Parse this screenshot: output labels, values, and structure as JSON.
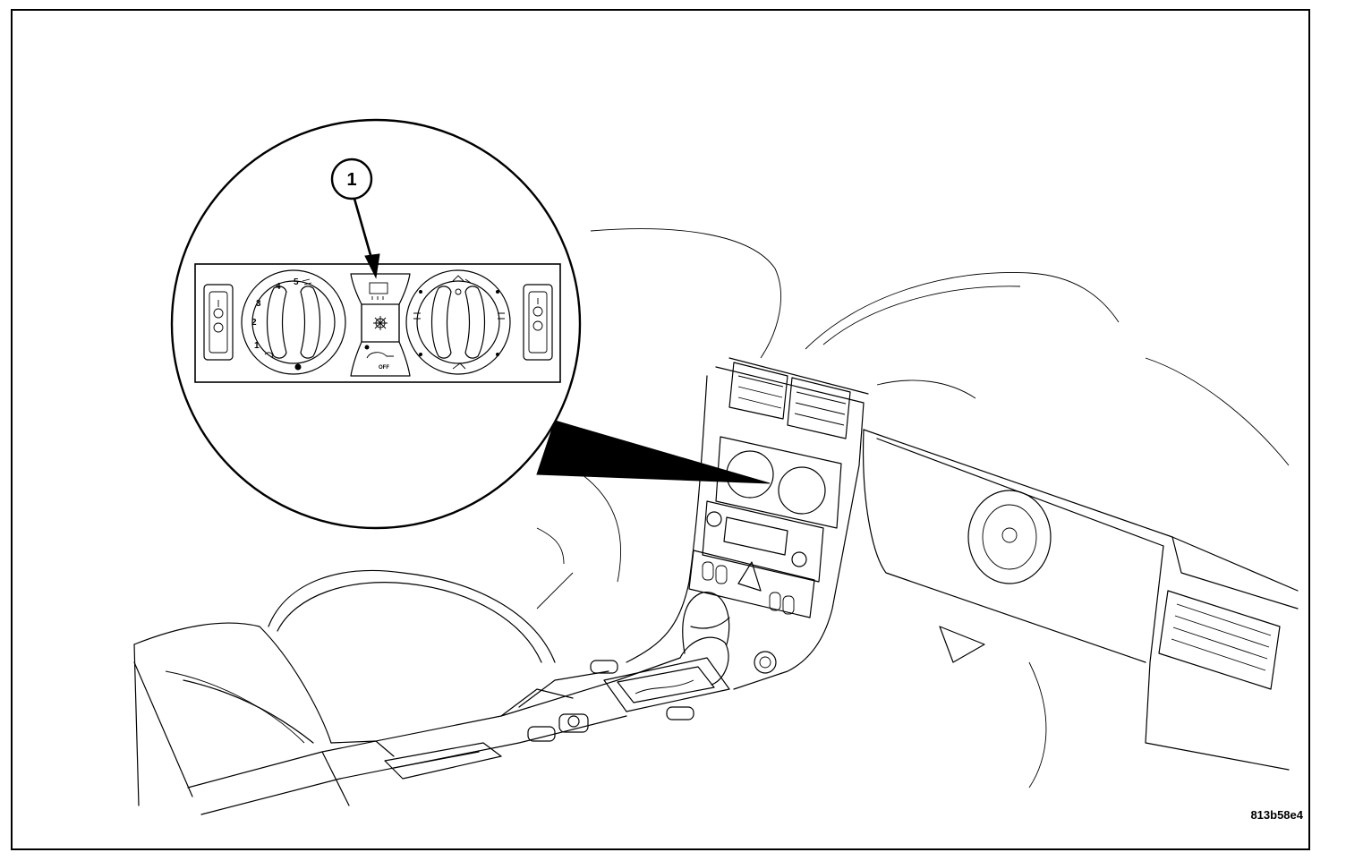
{
  "callout": {
    "number": "1"
  },
  "figure_id": "813b58e4",
  "control_panel": {
    "blower_scale": [
      "1",
      "2",
      "3",
      "4",
      "5"
    ],
    "center_button_label": "OFF"
  },
  "colors": {
    "ink": "#000000",
    "paper": "#ffffff"
  }
}
